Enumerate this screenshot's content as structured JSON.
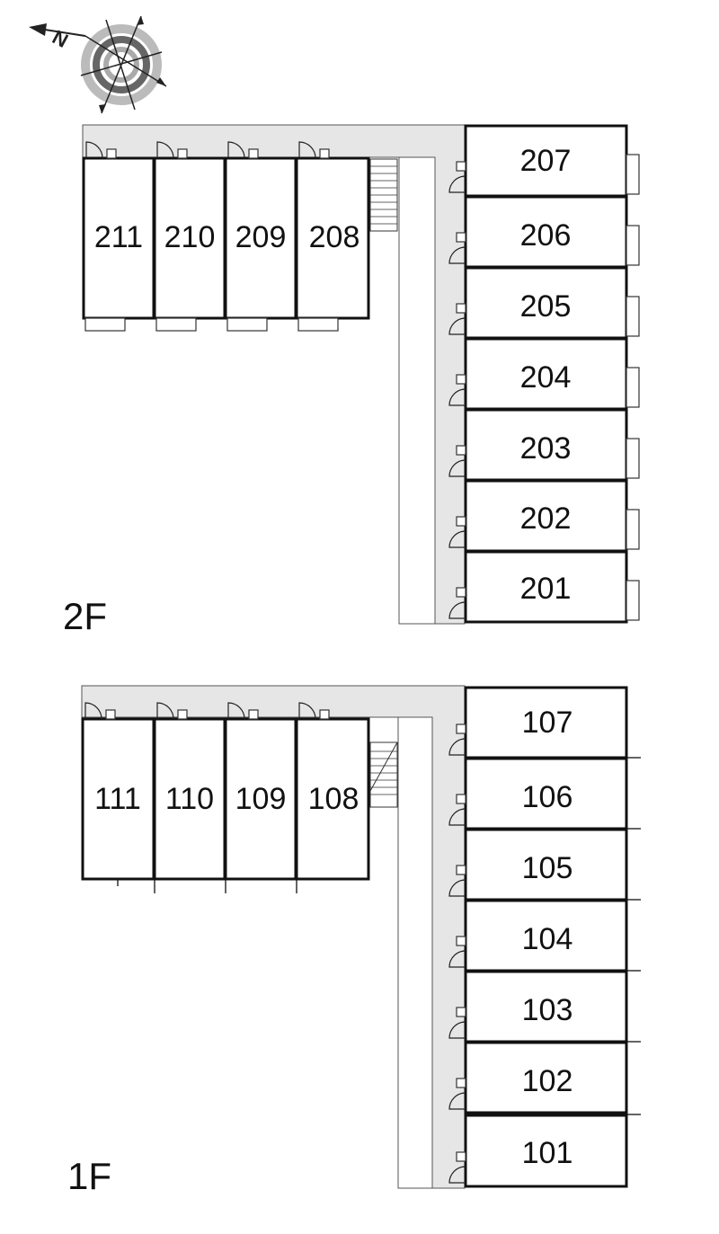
{
  "compass": {
    "north_label": "N"
  },
  "floors": [
    {
      "label": "2F",
      "top_rooms": [
        "211",
        "210",
        "209",
        "208"
      ],
      "side_rooms": [
        "207",
        "206",
        "205",
        "204",
        "203",
        "202",
        "201"
      ]
    },
    {
      "label": "1F",
      "top_rooms": [
        "111",
        "110",
        "109",
        "108"
      ],
      "side_rooms": [
        "107",
        "106",
        "105",
        "104",
        "103",
        "102",
        "101"
      ]
    }
  ]
}
